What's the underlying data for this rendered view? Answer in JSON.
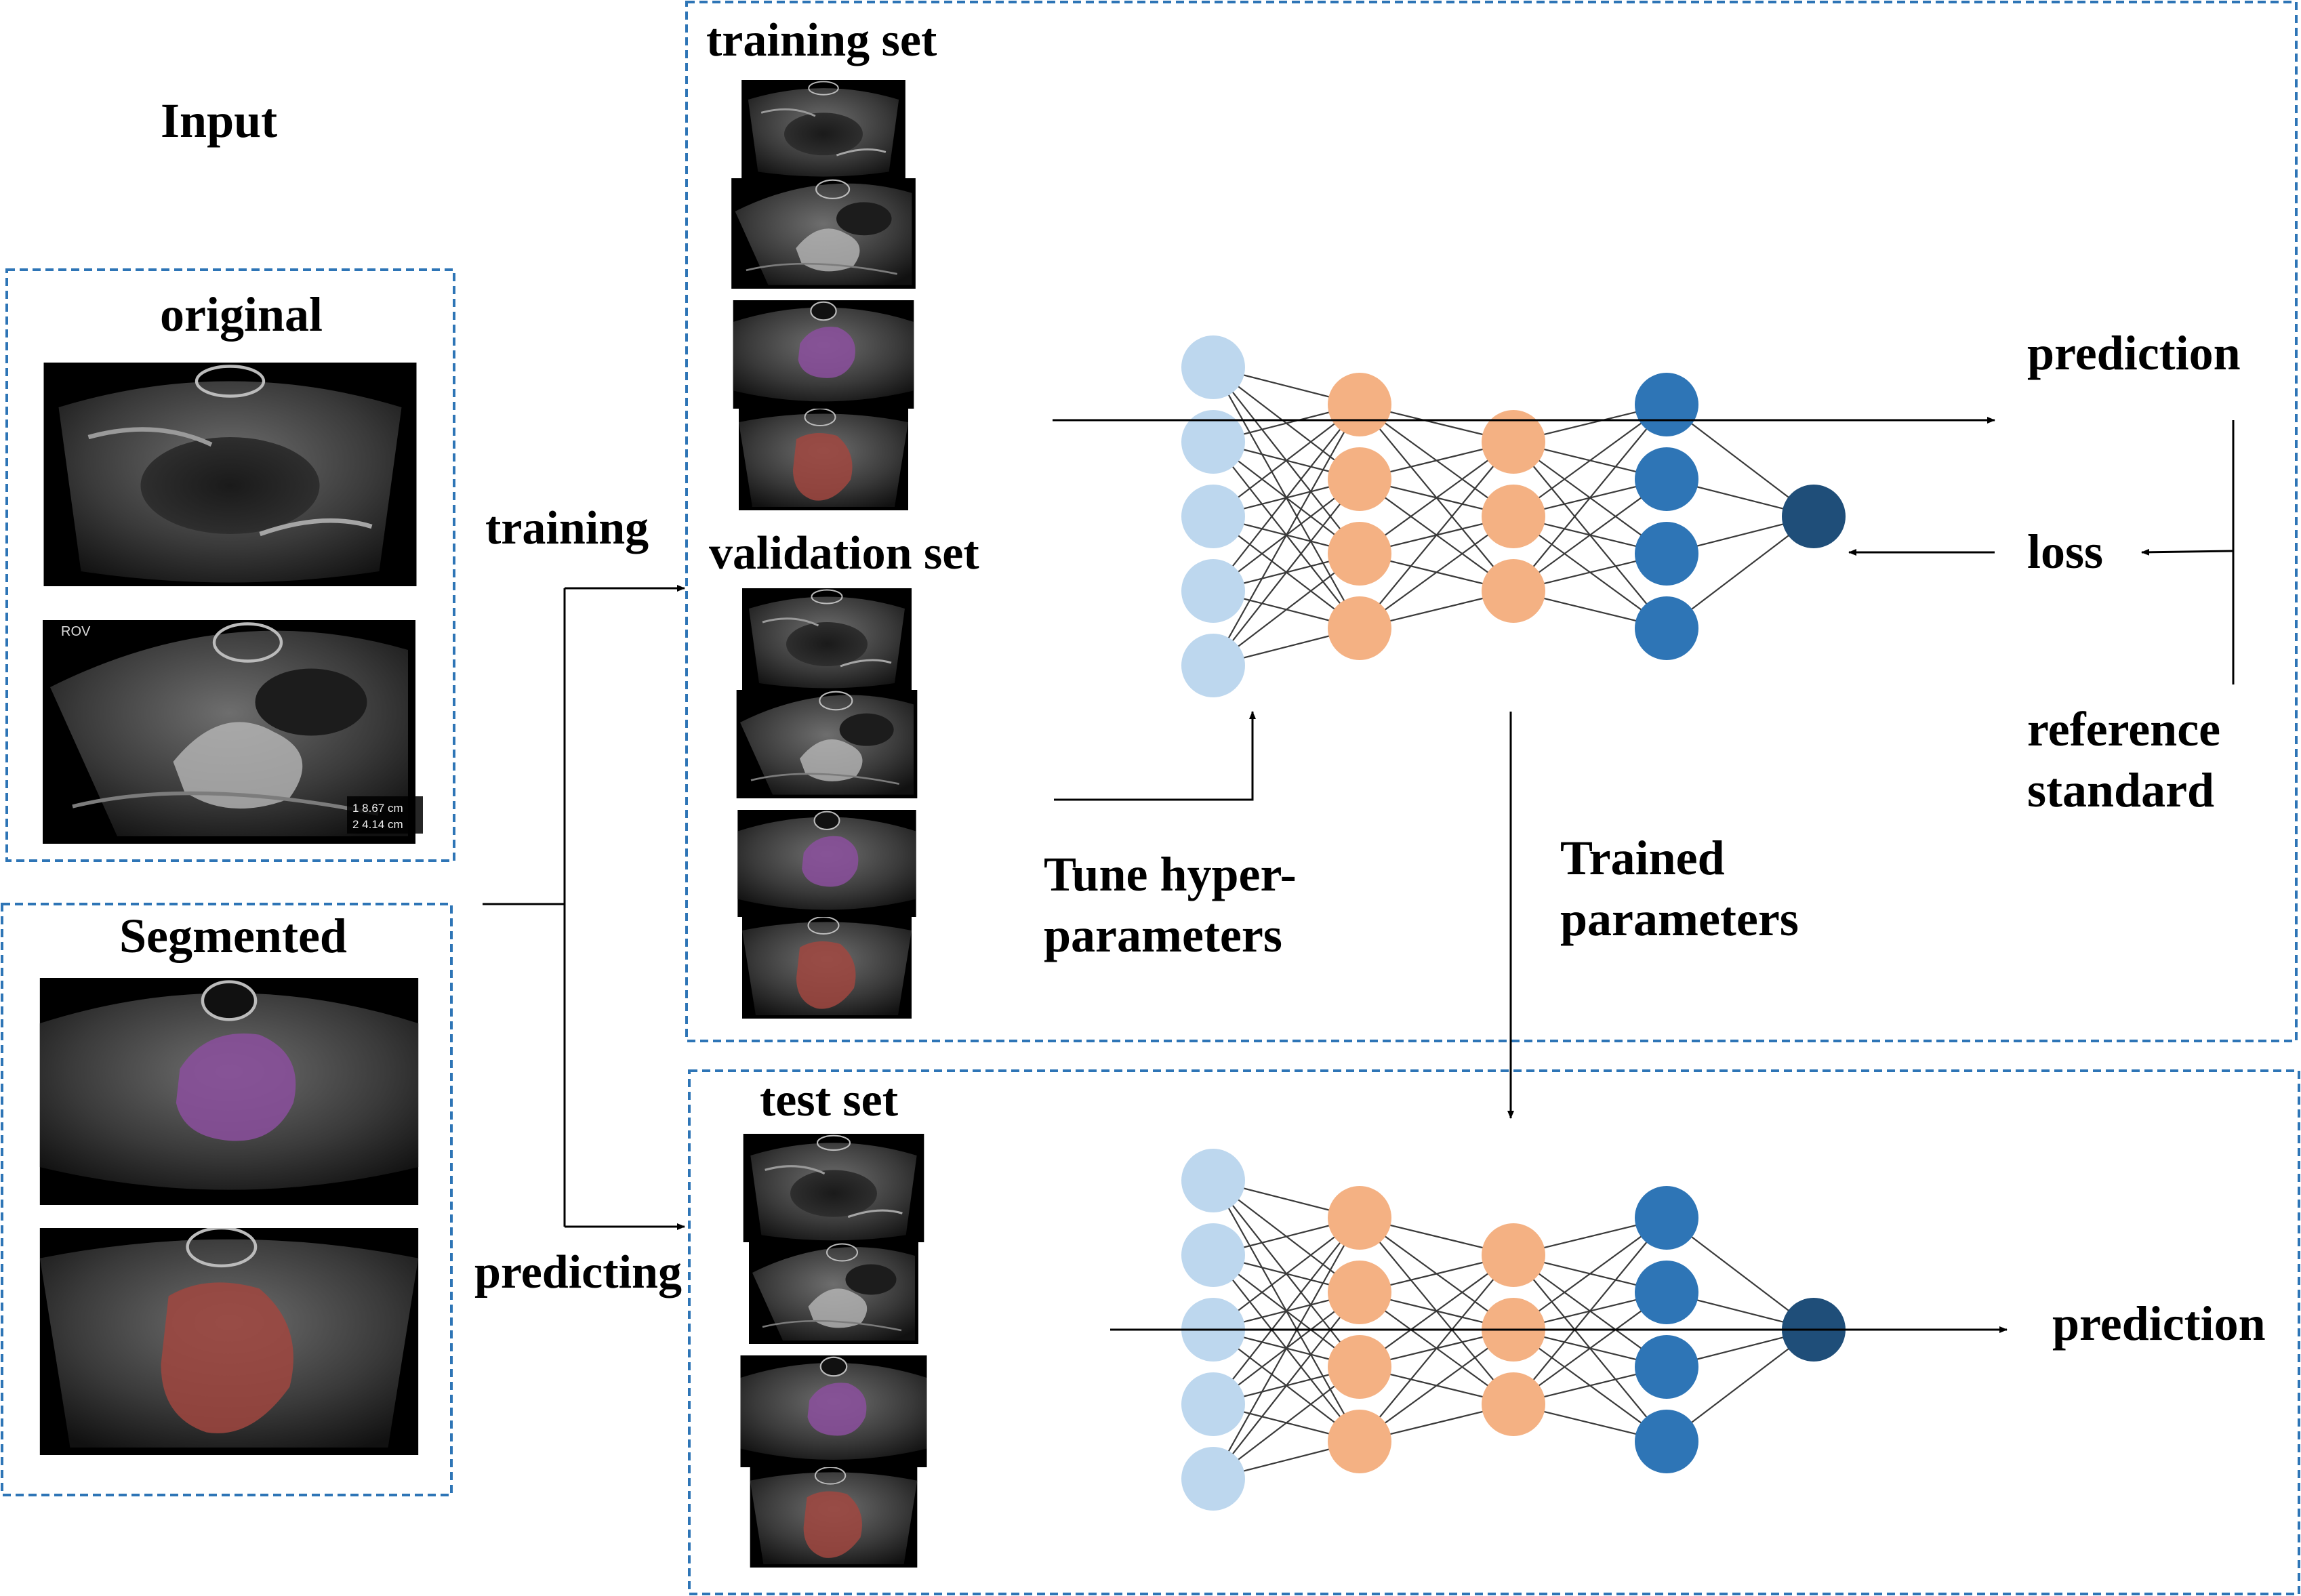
{
  "labels": {
    "input": "Input",
    "original": "original",
    "segmented": "Segmented",
    "training": "training",
    "predicting": "predicting",
    "training_set": "training set",
    "validation_set": "validation set",
    "test_set": "test set",
    "prediction_top": "prediction",
    "loss": "loss",
    "reference_line1": "reference",
    "reference_line2": "standard",
    "tune_line1": "Tune hyper-",
    "tune_line2": "parameters",
    "trained_line1": "Trained",
    "trained_line2": "parameters",
    "prediction_bottom": "prediction"
  },
  "ultrasound_thumbnails": {
    "original_scan_1": "ovarian cyst ultrasound (original)",
    "original_scan_2": "ovarian mass ultrasound with measurements (original)",
    "segmented_scan_1": "ultrasound with purple segmented lesion",
    "segmented_scan_2": "ultrasound with red segmented lesion"
  },
  "overlay_text": {
    "rov": "ROV",
    "measure_1": "1  8.67 cm",
    "measure_2": "2  4.14 cm"
  },
  "network": {
    "layers": [
      5,
      4,
      3,
      4,
      1
    ],
    "colors": [
      "#bdd7ee",
      "#f4b183",
      "#f4b183",
      "#2e75b6",
      "#1f4e79"
    ]
  },
  "colors": {
    "dashed_border": "#2e75b6",
    "segment_purple": "#8b4f9e",
    "segment_red": "#a0473f"
  }
}
